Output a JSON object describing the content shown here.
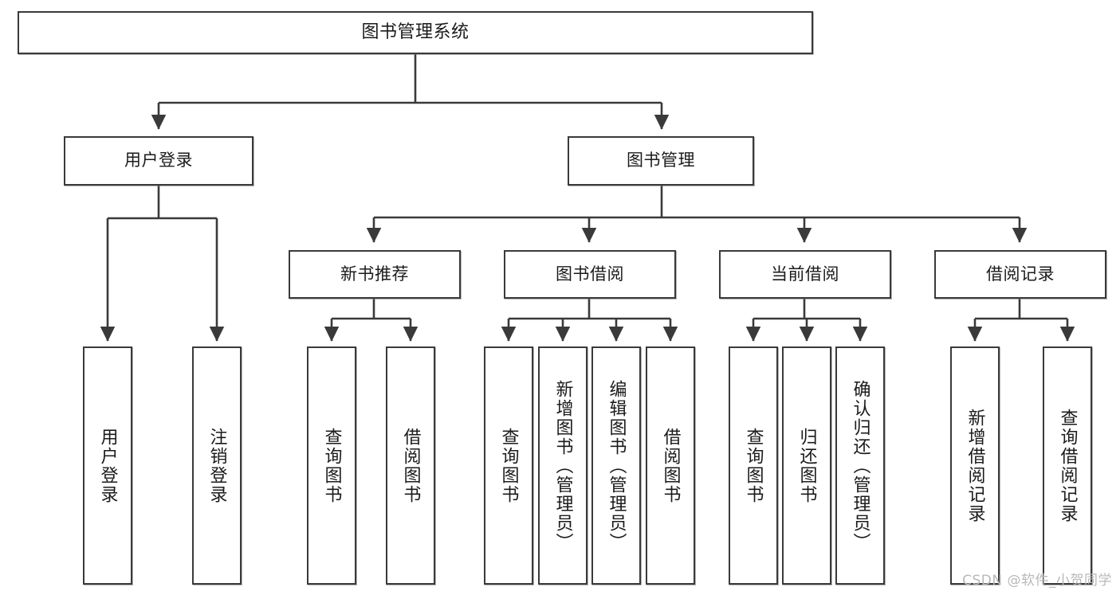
{
  "diagram": {
    "title": "图书管理系统",
    "watermark": "CSDN @软件_小贺同学",
    "colors": {
      "stroke": "#3a3a3a",
      "fill": "#ffffff",
      "text": "#1b1b1b",
      "watermark": "#b8b8b8"
    },
    "nodes": {
      "root": {
        "label": "图书管理系统"
      },
      "level1": [
        {
          "id": "user-login",
          "label": "用户登录"
        },
        {
          "id": "book-manage",
          "label": "图书管理"
        }
      ],
      "level2": [
        {
          "id": "new-book-recommend",
          "label": "新书推荐"
        },
        {
          "id": "book-borrow",
          "label": "图书借阅"
        },
        {
          "id": "current-borrow",
          "label": "当前借阅"
        },
        {
          "id": "borrow-record",
          "label": "借阅记录"
        }
      ],
      "leaves": {
        "user_login": [
          {
            "id": "leaf-user-login",
            "label": "用户登录"
          },
          {
            "id": "leaf-logout-login",
            "label": "注销登录"
          }
        ],
        "new_book_recommend": [
          {
            "id": "leaf-query-book-1",
            "label": "查询图书"
          },
          {
            "id": "leaf-borrow-book-1",
            "label": "借阅图书"
          }
        ],
        "book_borrow": [
          {
            "id": "leaf-query-book-2",
            "label": "查询图书"
          },
          {
            "id": "leaf-add-book-admin",
            "label": "新增图书（管理员）"
          },
          {
            "id": "leaf-edit-book-admin",
            "label": "编辑图书（管理员）"
          },
          {
            "id": "leaf-borrow-book-2",
            "label": "借阅图书"
          }
        ],
        "current_borrow": [
          {
            "id": "leaf-query-book-3",
            "label": "查询图书"
          },
          {
            "id": "leaf-return-book",
            "label": "归还图书"
          },
          {
            "id": "leaf-confirm-return-admin",
            "label": "确认归还（管理员）"
          }
        ],
        "borrow_record": [
          {
            "id": "leaf-add-borrow-record",
            "label": "新增借阅记录"
          },
          {
            "id": "leaf-query-borrow-record",
            "label": "查询借阅记录"
          }
        ]
      }
    }
  }
}
